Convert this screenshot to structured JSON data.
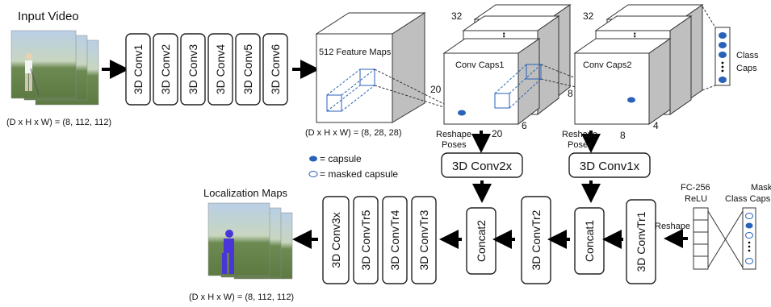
{
  "input": {
    "title": "Input Video",
    "dims": "(D x H x W) = (8, 112, 112)"
  },
  "encoder_convs": [
    "3D Conv1",
    "3D Conv2",
    "3D Conv3",
    "3D Conv4",
    "3D Conv5",
    "3D Conv6"
  ],
  "feature_maps": {
    "label": "512 Feature Maps",
    "dims": "(D x H x W) = (8, 28, 28)"
  },
  "conv_caps1": {
    "label": "Conv Caps1",
    "depth": "32",
    "height": "20",
    "width": "20",
    "poses": "6"
  },
  "conv_caps2": {
    "label": "Conv Caps2",
    "depth": "32",
    "height": "8",
    "width": "8",
    "poses": "4"
  },
  "class_caps": {
    "label_line1": "Class",
    "label_line2": "Caps"
  },
  "reshape_poses_1": {
    "line1": "Reshape",
    "line2": "Poses"
  },
  "reshape_poses_2": {
    "line1": "Reshape",
    "line2": "Poses"
  },
  "conv2x": "3D Conv2x",
  "conv1x": "3D Conv1x",
  "legend": {
    "capsule": "= capsule",
    "masked_capsule": "= masked capsule"
  },
  "fc": {
    "line1": "FC-256",
    "line2": "ReLU"
  },
  "masked_class_caps": {
    "line1": "Masked",
    "line2": "Class Caps"
  },
  "reshape": "Reshape",
  "decoder_blocks": {
    "convtr1": "3D ConvTr1",
    "concat1": "Concat1",
    "convtr2": "3D ConvTr2",
    "concat2": "Concat2",
    "convtr3": "3D ConvTr3",
    "convtr4": "3D ConvTr4",
    "convtr5": "3D ConvTr5",
    "conv3x": "3D Conv3x"
  },
  "output": {
    "title": "Localization Maps",
    "dims": "(D x H x W) = (8, 112, 112)"
  },
  "colors": {
    "capsule_blue": "#2a62b8",
    "mask_overlay": "#4a35d8"
  }
}
